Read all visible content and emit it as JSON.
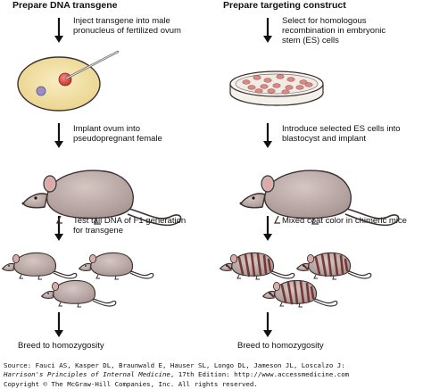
{
  "left": {
    "header": "Prepare DNA transgene",
    "steps": [
      [
        "Inject transgene into male",
        "pronucleus of fertilized ovum"
      ],
      [
        "Implant ovum into",
        "pseudopregnant female"
      ],
      [
        "Test tail DNA of F1 generation",
        "for transgene"
      ],
      [
        "Breed to homozygosity"
      ]
    ]
  },
  "right": {
    "header": "Prepare targeting construct",
    "steps": [
      [
        "Select for homologous",
        "recombination in embryonic",
        "stem (ES) cells"
      ],
      [
        "Introduce selected ES cells into",
        "blastocyst and implant"
      ],
      [
        "Mixed coat color in chimeric mice"
      ],
      [
        "Breed to homozygosity"
      ]
    ]
  },
  "source": {
    "line1": "Source: Fauci AS, Kasper DL, Braunwald E, Hauser SL, Longo DL, Jameson JL, Loscalzo J:",
    "line2_title": "Harrison's Principles of Internal Medicine",
    "line2_rest": ", 17th Edition: http://www.accessmedicine.com",
    "line3": "Copyright © The McGraw-Hill Companies, Inc. All rights reserved."
  },
  "colors": {
    "mouse_fur": "#c8b7b4",
    "mouse_outline": "#3a3030",
    "mouse_ear_inner": "#e4a5a5",
    "chimera_stripe": "#6e2a2a",
    "ovum_fill": "#f3e1a6",
    "nucleus_red": "#e0443f",
    "nucleus_violet": "#9a8fc6",
    "dish_fill": "#f4f0ea",
    "colony": "#d98a86",
    "arrow": "#111111"
  }
}
